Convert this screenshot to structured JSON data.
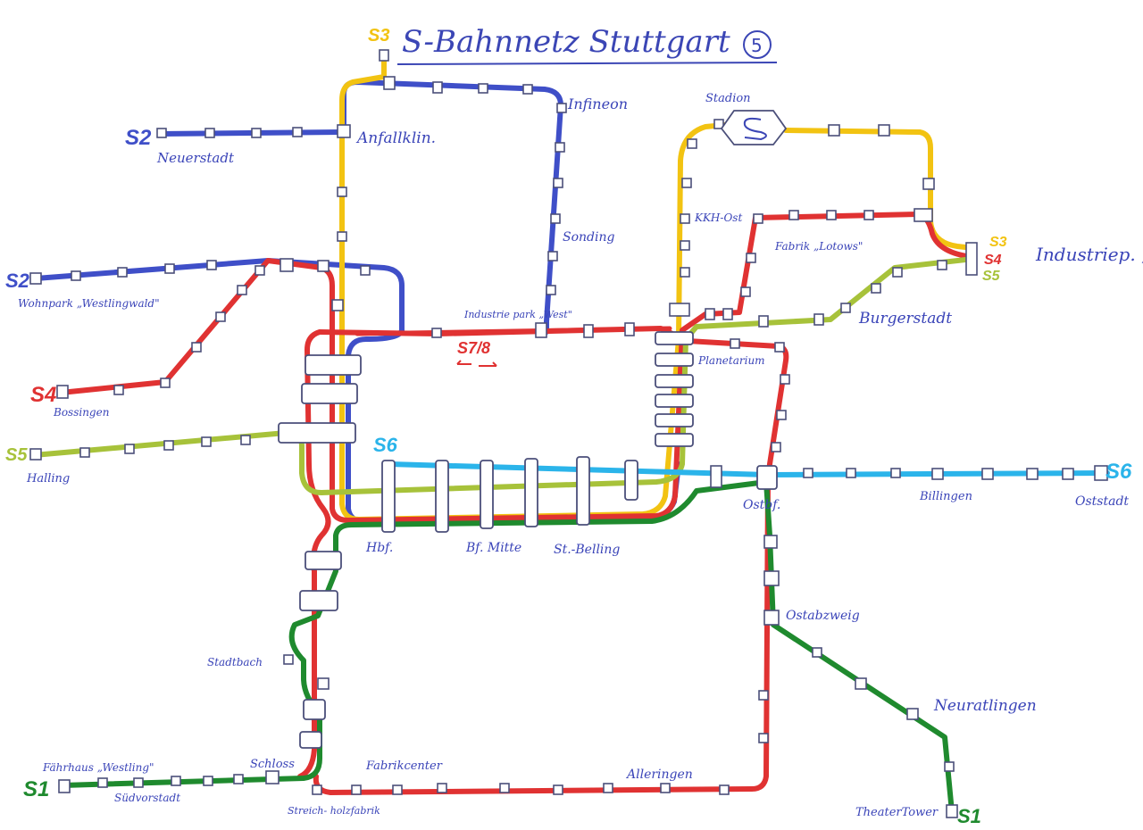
{
  "title": "S-Bahnnetz Stuttgart",
  "title_badge": "5",
  "colors": {
    "S1": "#1f8a2e",
    "S2": "#3f4fc8",
    "S3": "#f2c312",
    "S4": "#e03232",
    "S5": "#a7c23a",
    "S6": "#2bb4ea",
    "ink": "#3b46b5"
  },
  "line_tags": {
    "s1_west": "S1",
    "s1_south": "S1",
    "s2_top": "S2",
    "s2_mid": "S2",
    "s3_top": "S3",
    "s3_right": "S3",
    "s4_left": "S4",
    "s4_right": "S4",
    "s5_left": "S5",
    "s5_right": "S5",
    "s6_center": "S6",
    "s6_right": "S6",
    "s78": "S7/8"
  },
  "stations": {
    "neustadt": "Neuerstadt",
    "anfallklinik": "Anfallklin.",
    "infineon": "Infineon",
    "sonding": "Sonding",
    "stadion": "Stadion",
    "khost": "KKH-Ost",
    "fabrik": "Fabrik „Lotows\"",
    "industriepark_nord": "Industriep. „Nord\"",
    "burgerstadt": "Burgerstadt",
    "industriepark_west": "Industrie park „West\"",
    "wohnpark": "Wohnpark „Westlingwald\"",
    "bossingen": "Bossingen",
    "halling": "Halling",
    "planetarium": "Planetarium",
    "hbf": "Hbf.",
    "bf_mitte": "Bf. Mitte",
    "st_belling": "St.-Belling",
    "ostbf": "Ostbf.",
    "billingen": "Billingen",
    "ostsadt": "Oststadt",
    "ostabzweig": "Ostabzweig",
    "neuratlingen": "Neuratlingen",
    "theatertower": "TheaterTower",
    "stadtbach": "Stadtbach",
    "faehrhaus": "Fährhaus „Westling\"",
    "schloss": "Schloss",
    "suedvorstadt": "Südvorstadt",
    "streichholzfabrik": "Streich- holzfabrik",
    "fabrikcenter": "Fabrikcenter",
    "alleringen": "Alleringen"
  }
}
